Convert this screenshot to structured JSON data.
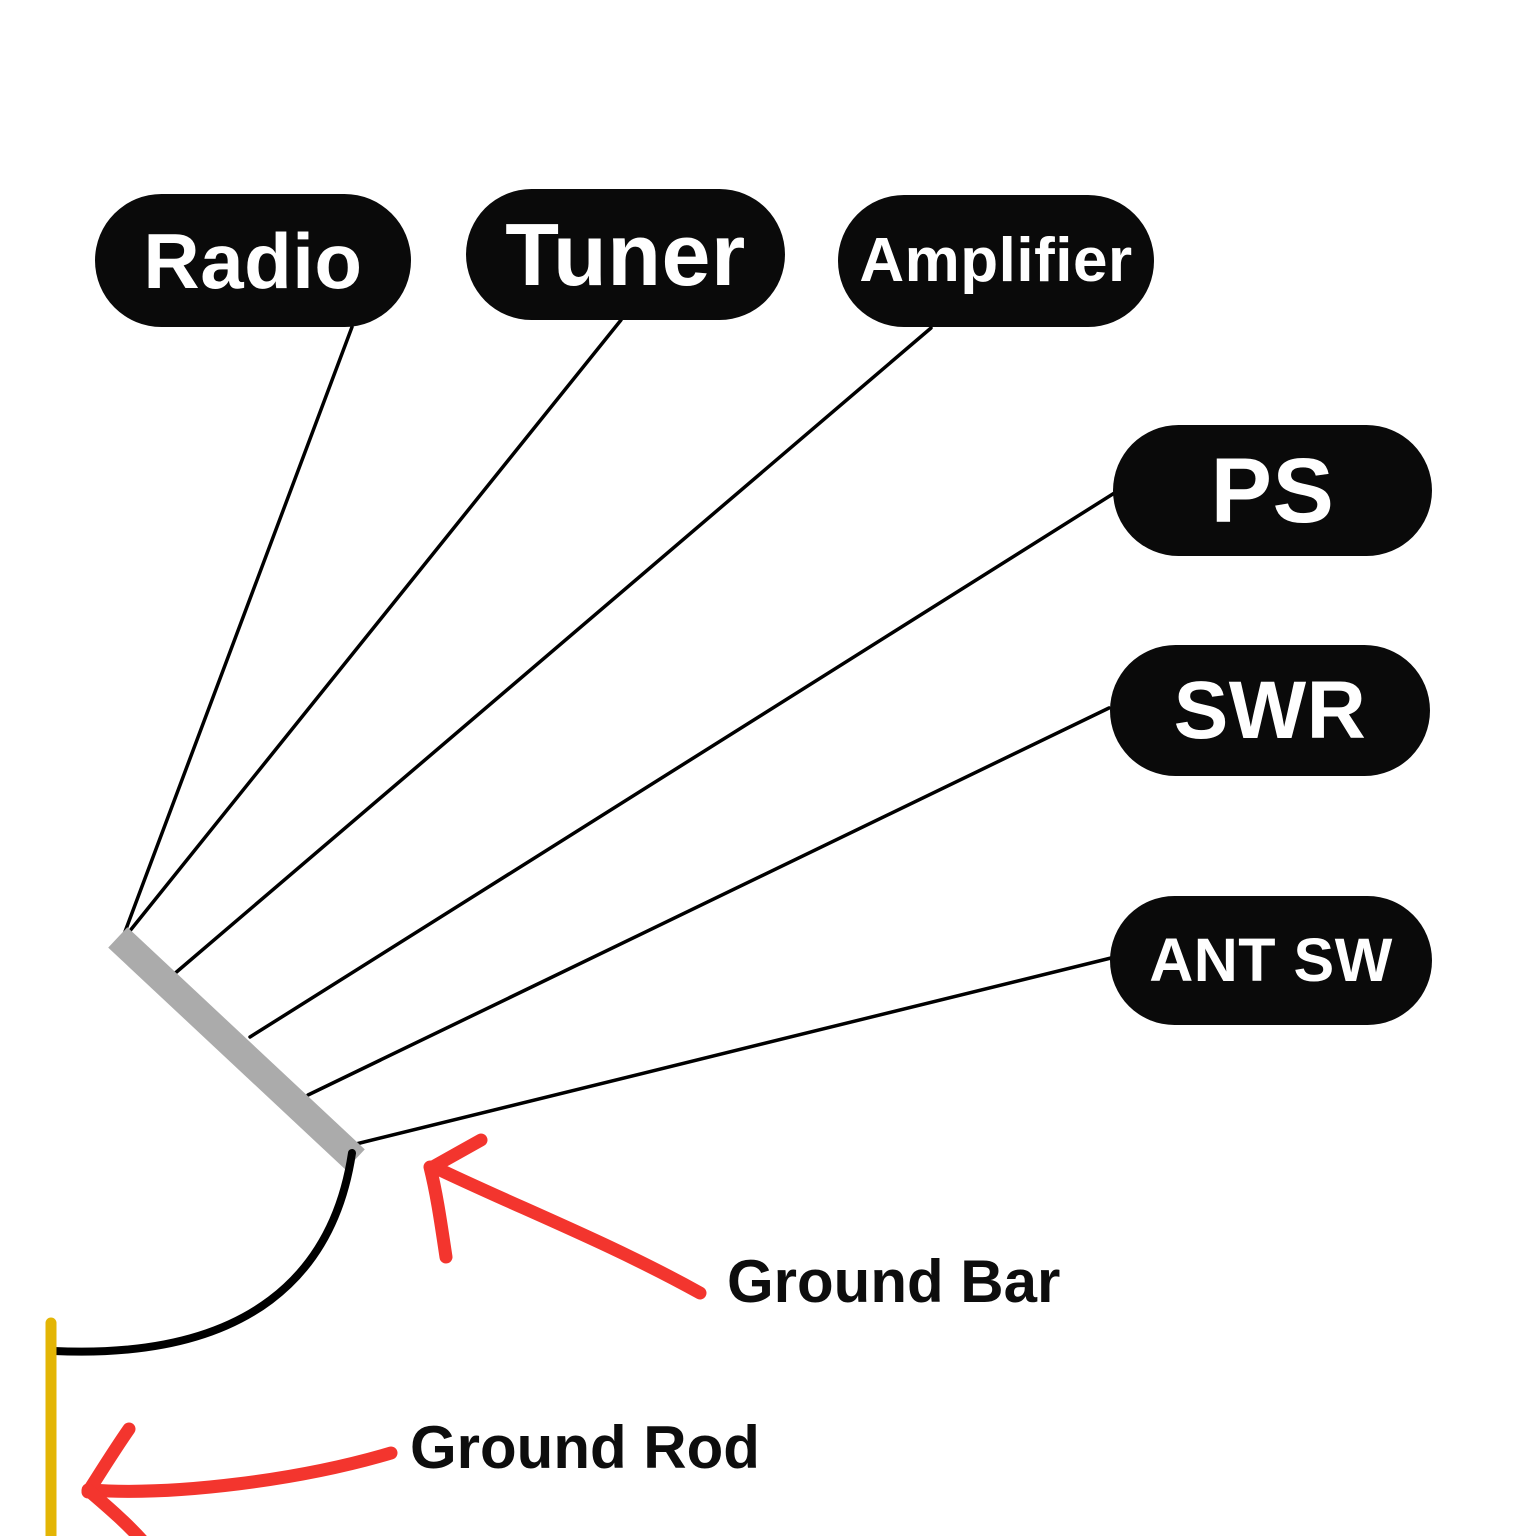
{
  "diagram": {
    "nodes": [
      {
        "id": "radio",
        "label": "Radio"
      },
      {
        "id": "tuner",
        "label": "Tuner"
      },
      {
        "id": "amplifier",
        "label": "Amplifier"
      },
      {
        "id": "ps",
        "label": "PS"
      },
      {
        "id": "swr",
        "label": "SWR"
      },
      {
        "id": "antsw",
        "label": "ANT SW"
      }
    ],
    "annotations": {
      "ground_bar": "Ground Bar",
      "ground_rod": "Ground Rod"
    },
    "colors": {
      "node_bg": "#0a0a0a",
      "node_text": "#ffffff",
      "line": "#000000",
      "bar": "#ABABAB",
      "curve": "#000000",
      "rod": "#E3B505",
      "arrow": "#F3352E",
      "label_text": "#0d0d0d",
      "background": "#ffffff"
    }
  }
}
